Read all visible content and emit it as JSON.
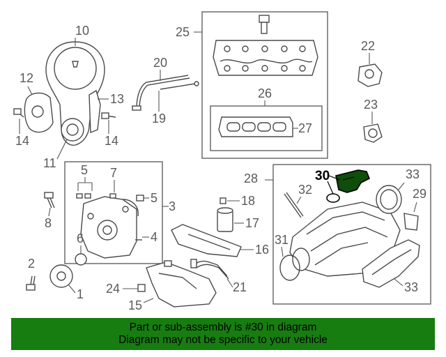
{
  "diagram": {
    "callouts": {
      "c1": "1",
      "c2": "2",
      "c3": "3",
      "c4": "4",
      "c5a": "5",
      "c5b": "5",
      "c6": "6",
      "c7": "7",
      "c8": "8",
      "c10": "10",
      "c11": "11",
      "c12": "12",
      "c13": "13",
      "c14a": "14",
      "c14b": "14",
      "c15": "15",
      "c16": "16",
      "c17": "17",
      "c18": "18",
      "c19": "19",
      "c20": "20",
      "c21": "21",
      "c22": "22",
      "c23": "23",
      "c24": "24",
      "c25": "25",
      "c26": "26",
      "c27": "27",
      "c28": "28",
      "c29": "29",
      "c30": "30",
      "c31": "31",
      "c32": "32",
      "c33a": "33",
      "c33b": "33"
    },
    "highlight_color": "#0e4d0a"
  },
  "banner": {
    "line1": "Part or sub-assembly is #30 in diagram",
    "line2": "Diagram may not be specific to your vehicle",
    "background": "#177d10"
  }
}
